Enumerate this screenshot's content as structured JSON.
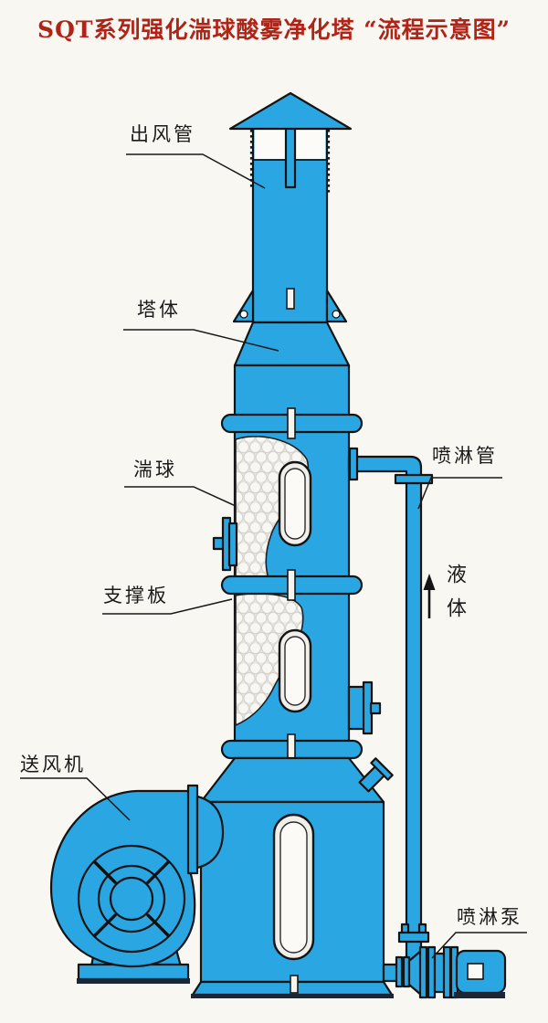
{
  "title": "SQT系列强化湍球酸雾净化塔 “流程示意图”",
  "labels": {
    "outlet_pipe": "出风管",
    "tower_body": "塔体",
    "turbulent_balls": "湍球",
    "support_plate": "支撑板",
    "blower": "送风机",
    "spray_pipe": "喷淋管",
    "liquid": "液体",
    "spray_pump": "喷淋泵"
  },
  "colors": {
    "paper": "#f9f7f2",
    "equipment_blue": "#2aa7e2",
    "outline_ink": "#141414",
    "title_red": "#b02418",
    "label_ink": "#1a1a1a",
    "dark_base": "#1d2733",
    "glass_outer": "#f1efe9",
    "glass_inner": "#fbfaf6",
    "ball_bed_bg": "#e7e5e0",
    "ball_white": "#f8f7f3"
  }
}
